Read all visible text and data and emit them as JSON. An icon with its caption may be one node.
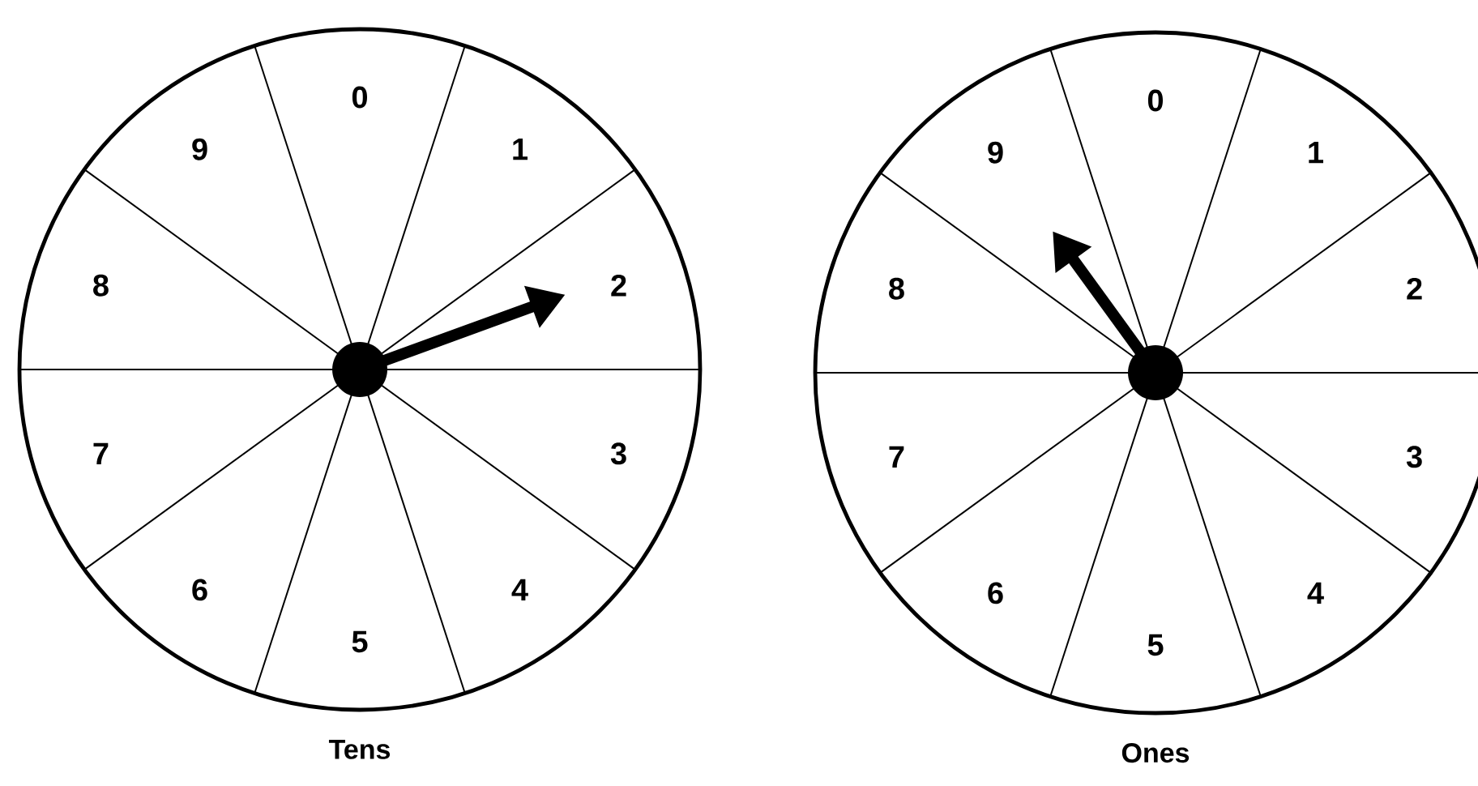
{
  "diagram": {
    "nodes": [
      {
        "text": [
          "0",
          "1",
          "2",
          "3",
          "4",
          "5",
          "6",
          "7",
          "8",
          "9"
        ],
        "beside": [
          "Tens"
        ]
      },
      {
        "text": [
          "0",
          "1",
          "2",
          "3",
          "4",
          "5",
          "6",
          "7",
          "8",
          "9"
        ],
        "beside": [
          "Ones"
        ]
      }
    ]
  }
}
